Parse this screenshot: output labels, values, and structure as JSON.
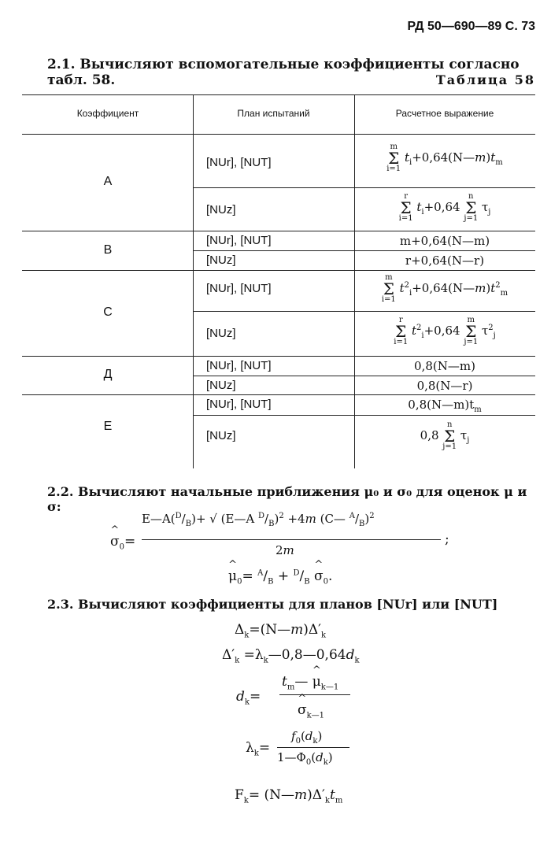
{
  "header": {
    "page_ref": "РД 50—690—89 С. 73"
  },
  "intro": {
    "text": "2.1. Вычисляют вспомогательные коэффициенты согласно табл. 58."
  },
  "table": {
    "label": "Таблица 58",
    "columns": [
      "Коэффициент",
      "План испытаний",
      "Расчетное выражение"
    ],
    "rows": [
      {
        "coef": "A",
        "plan1": "[NUr], [NUT]",
        "plan2": "[NUz]"
      },
      {
        "coef": "B",
        "plan1": "[NUr], [NUT]",
        "plan2": "[NUz]",
        "expr1": "m+0,64(N—m)",
        "expr2": "r+0,64(N—r)"
      },
      {
        "coef": "C",
        "plan1": "[NUr], [NUT]",
        "plan2": "[NUz]"
      },
      {
        "coef": "Д",
        "plan1": "[NUr], [NUT]",
        "plan2": "[NUz]",
        "expr1": "0,8(N—m)",
        "expr2": "0,8(N—r)"
      },
      {
        "coef": "E",
        "plan1": "[NUr], [NUT]",
        "plan2": "[NUz]",
        "expr1": "0,8(N—m)t",
        "expr1_sub": "m"
      }
    ]
  },
  "sec22": {
    "title": "2.2. Вычисляют начальные приближения μ₀ и σ₀ для оценок μ и σ:"
  },
  "sec23": {
    "title": "2.3. Вычисляют коэффициенты для планов [NUr] или [NUT]"
  }
}
